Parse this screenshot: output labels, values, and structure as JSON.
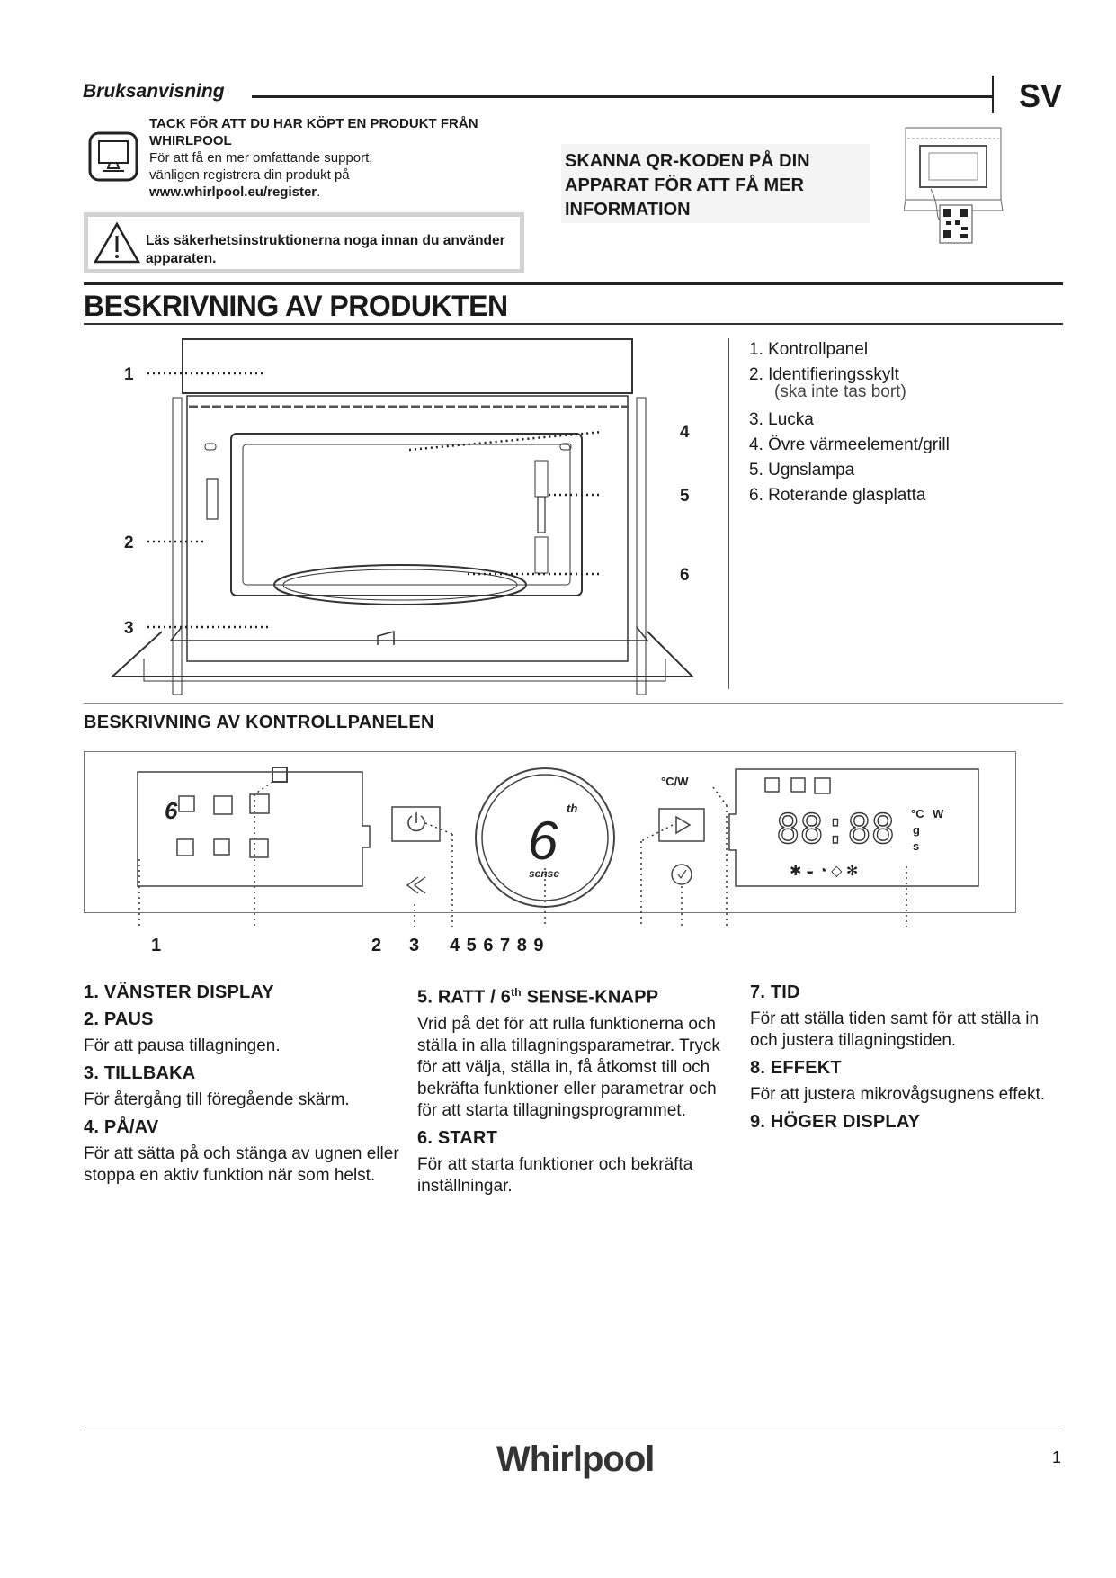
{
  "header": {
    "title": "Bruksanvisning",
    "lang": "SV"
  },
  "thanks": {
    "heading": "TACK FÖR ATT DU HAR KÖPT EN PRODUKT FRÅN WHIRLPOOL",
    "line1": "För att få en mer omfattande support,",
    "line2": "vänligen registrera din produkt på",
    "url": "www.whirlpool.eu/register",
    "url_suffix": "."
  },
  "warning": {
    "text": "Läs säkerhetsinstruktionerna noga innan du använder apparaten."
  },
  "qr": {
    "text": "SKANNA QR-KODEN PÅ DIN APPARAT FÖR ATT FÅ MER INFORMATION"
  },
  "product": {
    "title": "BESKRIVNING AV PRODUKTEN",
    "callouts": [
      "1",
      "2",
      "3",
      "4",
      "5",
      "6"
    ],
    "items": [
      "1. Kontrollpanel",
      "2. Identifieringsskylt",
      "3. Lucka",
      "4. Övre värmeelement/grill",
      "5. Ugnslampa",
      "6. Roterande glasplatta"
    ],
    "item2_note": "(ska inte tas bort)"
  },
  "panel": {
    "title": "BESKRIVNING AV KONTROLLPANELEN",
    "unit_label": "°C/W",
    "knob_label": "6",
    "knob_sup": "th",
    "knob_sub": "sense",
    "digits": "88:88",
    "units": [
      "°C",
      "W",
      "g",
      "s"
    ],
    "callouts": [
      "1",
      "2",
      "3",
      "4 5 6 7 8 9"
    ]
  },
  "sections": {
    "s1": {
      "title": "1. VÄNSTER DISPLAY"
    },
    "s2": {
      "title": "2. PAUS",
      "text": "För att pausa tillagningen."
    },
    "s3": {
      "title": "3. TILLBAKA",
      "text": "För återgång till föregående skärm."
    },
    "s4": {
      "title": "4. PÅ/AV",
      "text": "För att sätta på och stänga av ugnen eller stoppa en aktiv funktion när som helst."
    },
    "s5": {
      "title_a": "5. RATT / 6",
      "title_sup": "th",
      "title_b": " SENSE-KNAPP",
      "text": "Vrid på det för att rulla funktionerna och ställa in alla tillagningsparametrar. Tryck för att välja, ställa in, få åtkomst till och bekräfta funktioner eller parametrar och för att starta tillagningsprogrammet."
    },
    "s6": {
      "title": "6. START",
      "text": "För att starta funktioner och bekräfta inställningar."
    },
    "s7": {
      "title": "7. TID",
      "text": "För att ställa tiden samt för att ställa in och justera tillagningstiden."
    },
    "s8": {
      "title": "8. EFFEKT",
      "text": "För att justera mikrovågsugnens effekt."
    },
    "s9": {
      "title": "9. HÖGER DISPLAY"
    }
  },
  "footer": {
    "brand": "Whirlpool",
    "page": "1"
  }
}
